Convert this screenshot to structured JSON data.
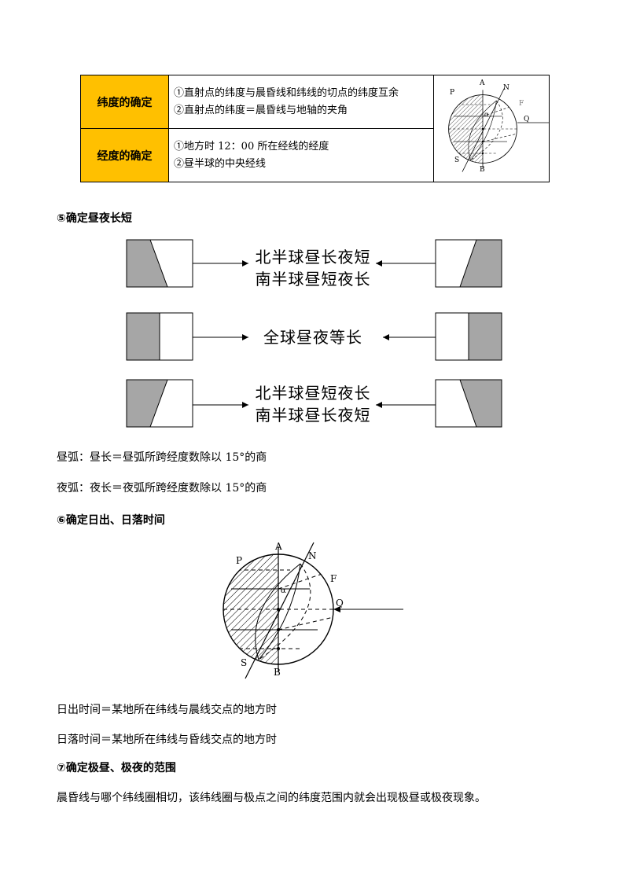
{
  "table": {
    "rows": [
      {
        "head": "纬度的确定",
        "items": [
          "①直射点的纬度与晨昏线和纬线的切点的纬度互余",
          "②直射点的纬度＝晨昏线与地轴的夹角"
        ]
      },
      {
        "head": "经度的确定",
        "items": [
          "①地方时 12：00 所在经线的经度",
          "②昼半球的中央经线"
        ]
      }
    ]
  },
  "globe_labels": {
    "A": "A",
    "N": "N",
    "F": "F",
    "Q": "Q",
    "P": "P",
    "S": "S",
    "B": "B",
    "alpha": "α"
  },
  "section5": {
    "title": "⑤确定昼夜长短",
    "result1": [
      "北半球昼长夜短",
      "南半球昼短夜长"
    ],
    "result2": "全球昼夜等长",
    "result3": [
      "北半球昼短夜长",
      "南半球昼长夜短"
    ],
    "day_arc": "昼弧：昼长＝昼弧所跨经度数除以 15°的商",
    "night_arc": "夜弧：夜长＝夜弧所跨经度数除以 15°的商"
  },
  "section6": {
    "title": "⑥确定日出、日落时间",
    "sunrise": "日出时间＝某地所在纬线与晨线交点的地方时",
    "sunset": "日落时间＝某地所在纬线与昏线交点的地方时"
  },
  "section7": {
    "title": "⑦确定极昼、极夜的范围",
    "text": "晨昏线与哪个纬线圈相切，该纬线圈与极点之间的纬度范围内就会出现极昼或极夜现象。"
  },
  "colors": {
    "header_fill": "#ffc000",
    "shade": "#a6a6a6"
  }
}
